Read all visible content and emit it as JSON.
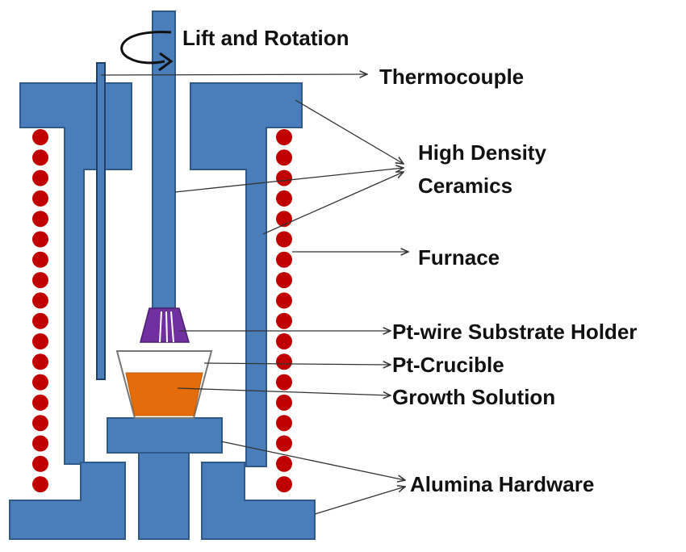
{
  "labels": {
    "lift_rotation": "Lift and Rotation",
    "thermocouple": "Thermocouple",
    "ceramics_line1": "High Density",
    "ceramics_line2": "Ceramics",
    "furnace": "Furnace",
    "substrate_holder": "Pt-wire Substrate Holder",
    "crucible": "Pt-Crucible",
    "growth_solution": "Growth Solution",
    "alumina": "Alumina Hardware"
  },
  "colors": {
    "ceramic": "#4a7ebb",
    "heater_coil": "#c00000",
    "substrate_holder": "#7030a0",
    "growth_solution": "#e46c0a"
  }
}
